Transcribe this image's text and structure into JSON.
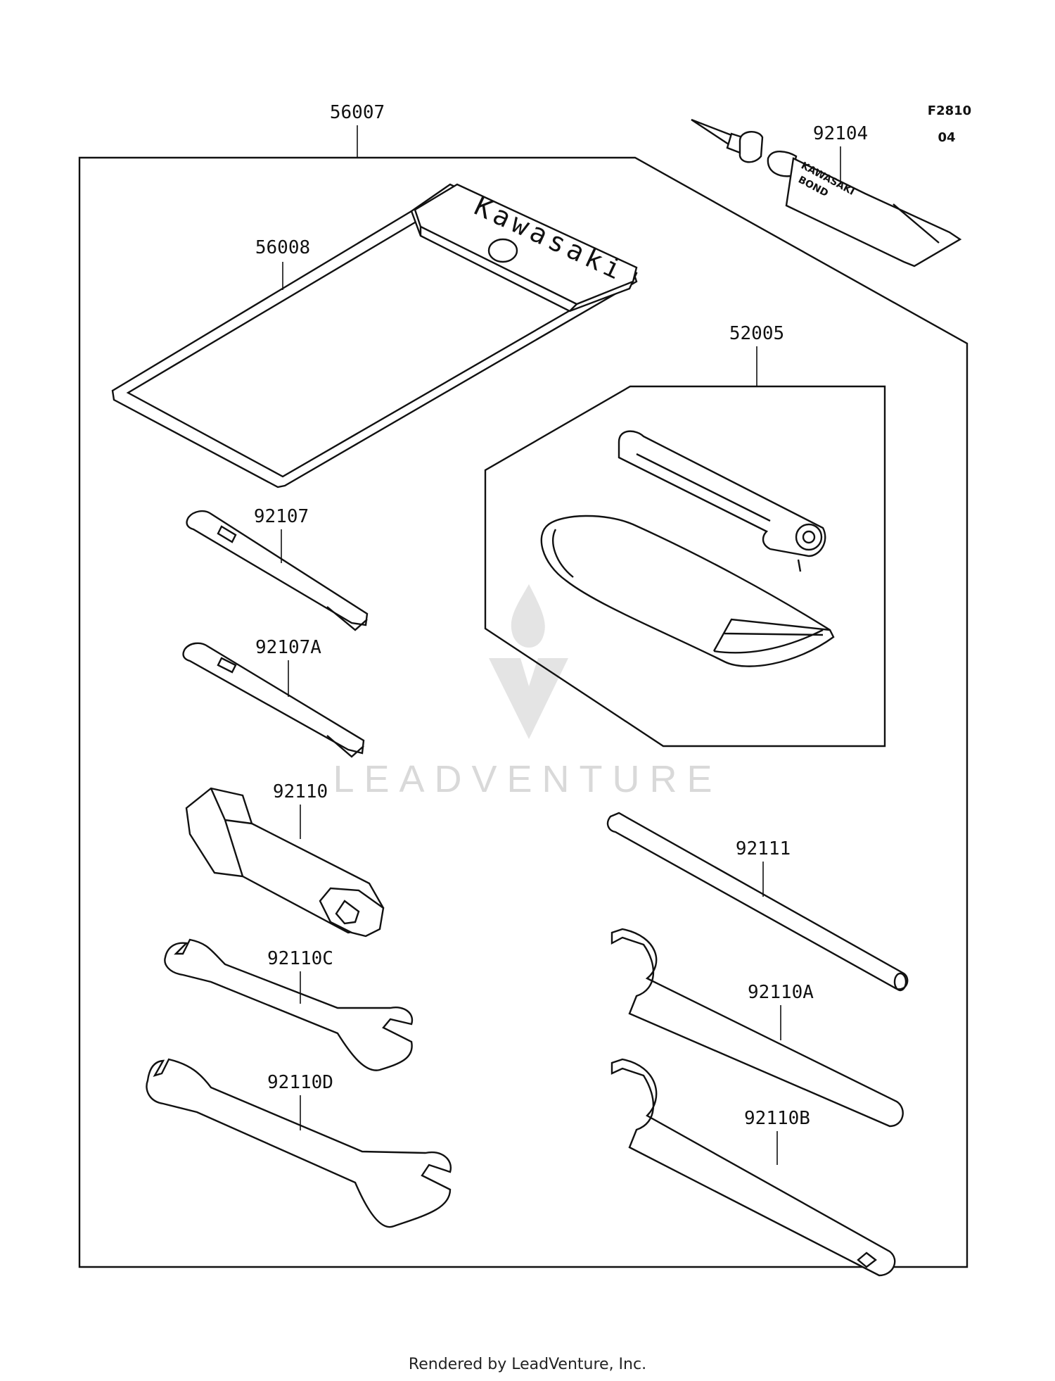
{
  "figure": {
    "code_line1": "F2810",
    "code_line2": "04"
  },
  "parts": [
    {
      "id": "p56007",
      "label": "56007"
    },
    {
      "id": "p56008",
      "label": "56008"
    },
    {
      "id": "p92104",
      "label": "92104"
    },
    {
      "id": "p52005",
      "label": "52005"
    },
    {
      "id": "p92107",
      "label": "92107"
    },
    {
      "id": "p92107A",
      "label": "92107A"
    },
    {
      "id": "p92110",
      "label": "92110"
    },
    {
      "id": "p92111",
      "label": "92111"
    },
    {
      "id": "p92110C",
      "label": "92110C"
    },
    {
      "id": "p92110A",
      "label": "92110A"
    },
    {
      "id": "p92110D",
      "label": "92110D"
    },
    {
      "id": "p92110B",
      "label": "92110B"
    }
  ],
  "pouch_logo_text": "Kawasaki",
  "tube_text_line1": "KAWASAKI",
  "tube_text_line2": "BOND",
  "watermark": "LEADVENTURE",
  "footer": "Rendered by LeadVenture, Inc."
}
